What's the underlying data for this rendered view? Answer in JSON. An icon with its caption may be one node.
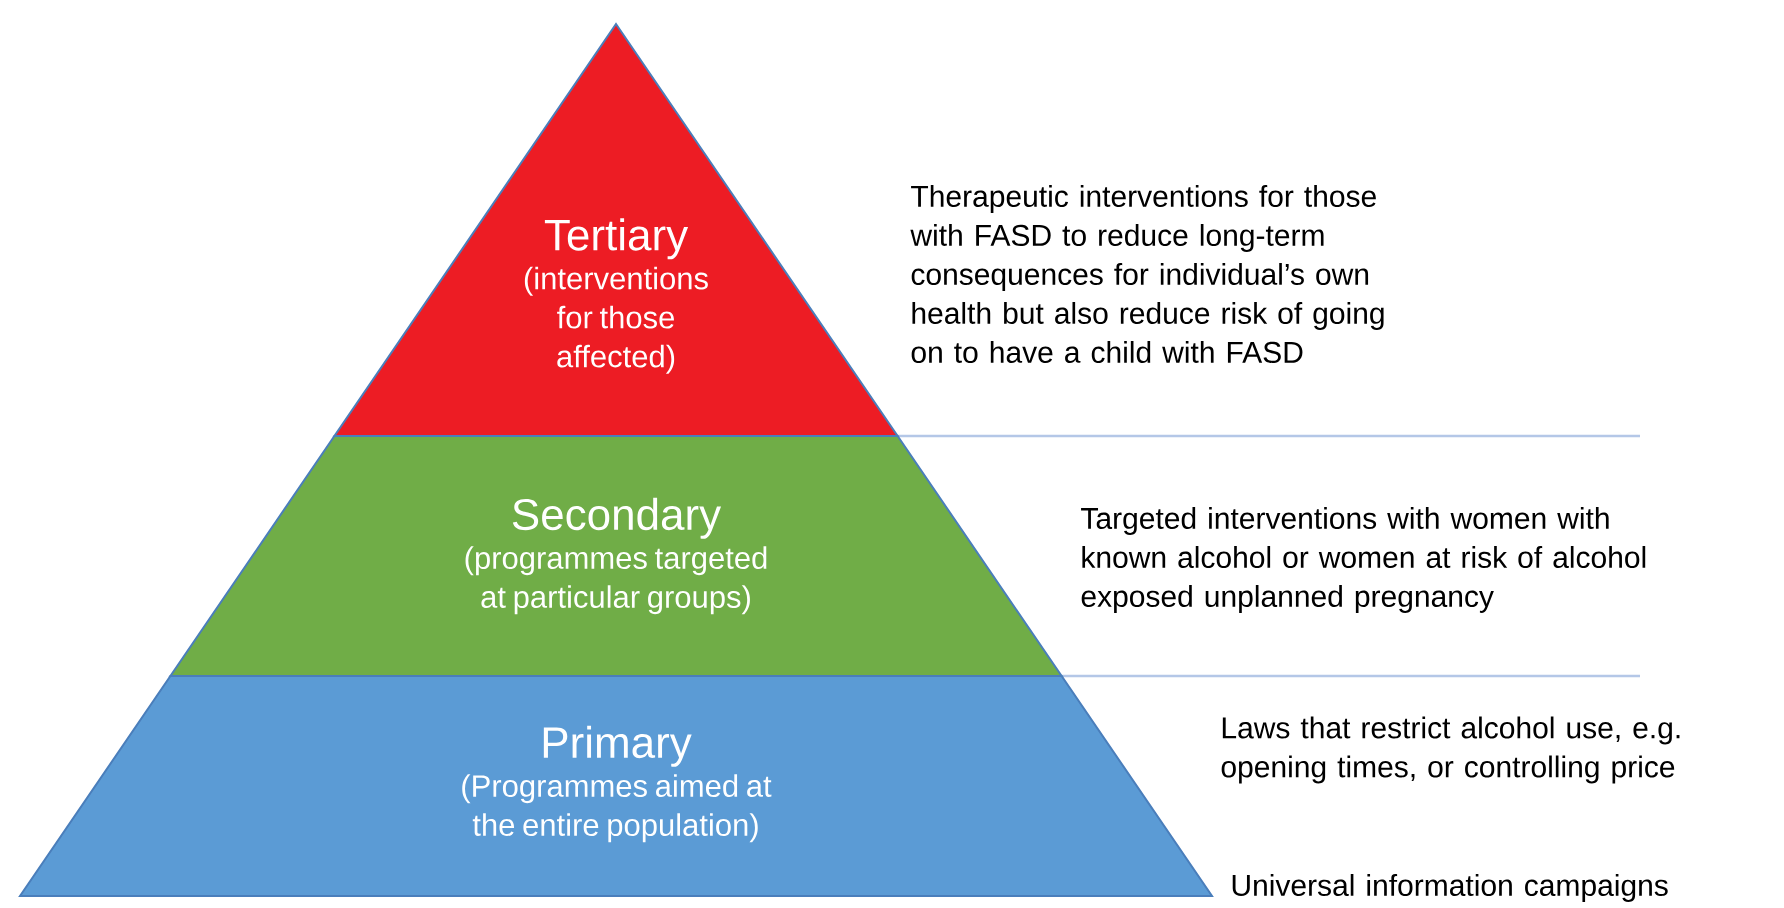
{
  "diagram": {
    "nodes": [
      {
        "text": [
          "Tertiary",
          "(interventions for those affected)"
        ],
        "beside": [
          "Therapeutic interventions for those with FASD to reduce long-term consequences for individual’s own health but also reduce risk of going on to have a child with FASD"
        ]
      },
      {
        "text": [
          "Secondary",
          "(programmes targeted at particular groups)"
        ],
        "beside": [
          "Targeted interventions with women with known alcohol or women at risk of alcohol exposed unplanned pregnancy"
        ]
      },
      {
        "text": [
          "Primary",
          "(Programmes aimed at the entire population)"
        ],
        "beside": [
          "Laws that restrict alcohol use, e.g. opening times, or controlling price",
          "Universal information campaigns"
        ]
      }
    ]
  }
}
